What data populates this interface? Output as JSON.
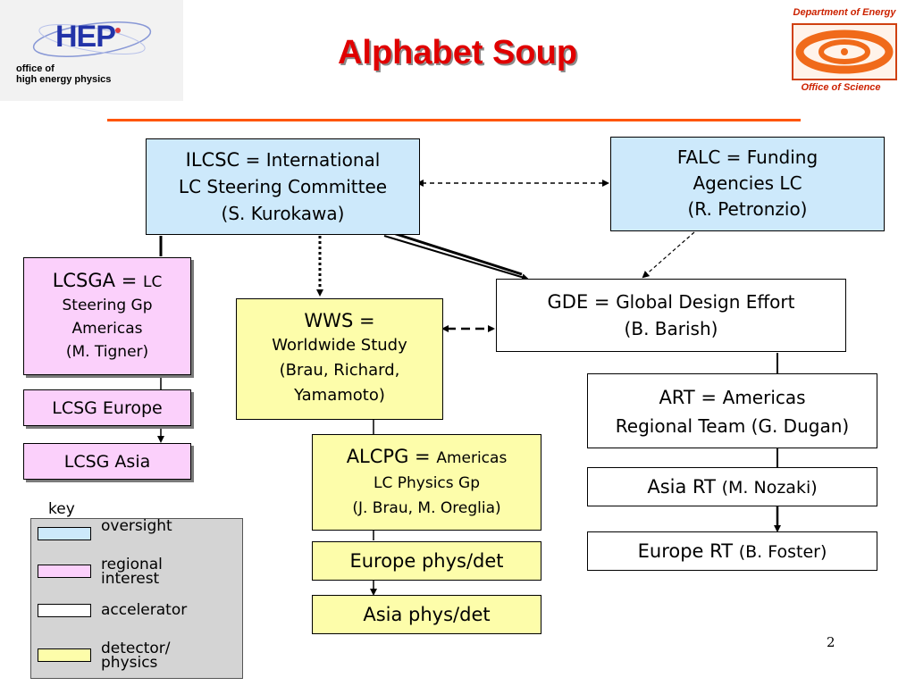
{
  "header": {
    "title": "Alphabet Soup",
    "hep_logo": {
      "abbr": "HEP",
      "line1": "office of",
      "line2": "high energy physics"
    },
    "doe_logo": {
      "top": "Department of Energy",
      "bottom": "Office of Science"
    }
  },
  "nodes": {
    "ilcsc": {
      "line1_abbr": "ILCSC",
      "line1_rest": " = International",
      "line2": "LC Steering Committee",
      "line3": "(S. Kurokawa)"
    },
    "falc": {
      "line1": "FALC = Funding",
      "line2": "Agencies LC",
      "line3": "(R. Petronzio)"
    },
    "lcsga": {
      "line1_abbr": "LCSGA = ",
      "line1_rest": "LC",
      "line2": "Steering Gp",
      "line3": "Americas",
      "line4": "(M. Tigner)"
    },
    "lcsg_europe": {
      "label": "LCSG Europe"
    },
    "lcsg_asia": {
      "label": "LCSG Asia"
    },
    "wws": {
      "line1": "WWS =",
      "line2": "Worldwide Study",
      "line3": "(Brau, Richard,",
      "line4": "Yamamoto)"
    },
    "gde": {
      "line1_abbr": "GDE = ",
      "line1_rest": "Global Design Effort",
      "line2": "(B. Barish)"
    },
    "art": {
      "line1_abbr": "ART = ",
      "line1_rest": "Americas",
      "line2": "Regional Team (G. Dugan)"
    },
    "asia_rt": {
      "abbr": "Asia RT ",
      "rest": "(M. Nozaki)"
    },
    "europe_rt": {
      "abbr": "Europe RT ",
      "rest": "(B. Foster)"
    },
    "alcpg": {
      "line1_abbr": "ALCPG = ",
      "line1_rest": "Americas",
      "line2": "LC Physics Gp",
      "line3": "(J. Brau, M. Oreglia)"
    },
    "europe_physdet": {
      "label": "Europe phys/det"
    },
    "asia_physdet": {
      "label": "Asia phys/det"
    }
  },
  "key": {
    "label": "key",
    "items": [
      {
        "label_line1": "oversight",
        "label_line2": "",
        "color": "#cde9fb"
      },
      {
        "label_line1": "regional",
        "label_line2": "interest",
        "color": "#fbd0fb"
      },
      {
        "label_line1": "accelerator",
        "label_line2": "",
        "color": "#ffffff"
      },
      {
        "label_line1": "detector/",
        "label_line2": "physics",
        "color": "#fdfdaa"
      }
    ]
  },
  "page_number": "2"
}
